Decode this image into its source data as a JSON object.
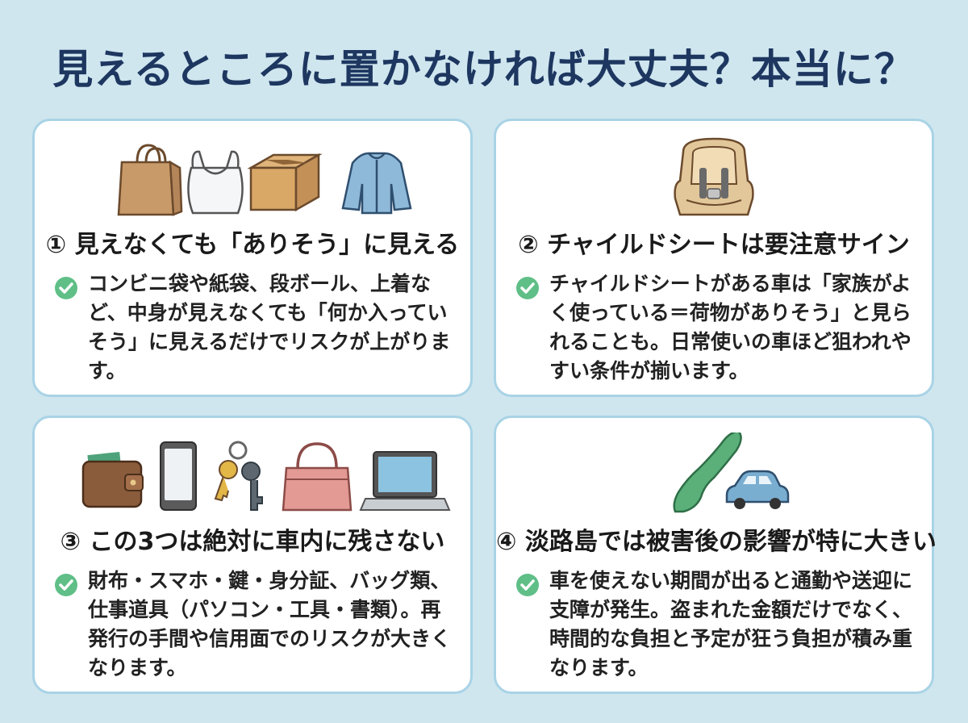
{
  "header": {
    "title": "見えるところに置かなければ大丈夫？本当に？"
  },
  "cards": [
    {
      "heading": "① 見えなくても「ありそう」に見える",
      "text": "コンビニ袋や紙袋、段ボール、上着など、中身が見えなくても「何か入っていそう」に見えるだけでリスクが上がります。",
      "icons": [
        "paper-bag-icon",
        "plastic-bag-icon",
        "cardboard-box-icon",
        "jacket-icon"
      ]
    },
    {
      "heading": "② チャイルドシートは要注意サイン",
      "text": "チャイルドシートがある車は「家族がよく使っている＝荷物がありそう」と見られることも。日常使いの車ほど狙われやすい条件が揃います。",
      "icons": [
        "child-seat-icon"
      ]
    },
    {
      "heading": "③ この3つは絶対に車内に残さない",
      "text": "財布・スマホ・鍵・身分証、バッグ類、仕事道具（パソコン・工具・書類）。再発行の手間や信用面でのリスクが大きくなります。",
      "icons": [
        "wallet-icon",
        "smartphone-icon",
        "keys-icon",
        "handbag-icon",
        "laptop-icon"
      ]
    },
    {
      "heading": "④ 淡路島では被害後の影響が特に大きい",
      "text": "車を使えない期間が出ると通勤や送迎に支障が発生。盗まれた金額だけでなく、時間的な負担と予定が狂う負担が積み重なります。",
      "icons": [
        "awaji-island-map-icon",
        "car-icon"
      ]
    }
  ],
  "colors": {
    "background": "#cfe6ef",
    "card_border": "#a9d3e6",
    "title": "#1e3760",
    "check": "#5fbf87"
  }
}
